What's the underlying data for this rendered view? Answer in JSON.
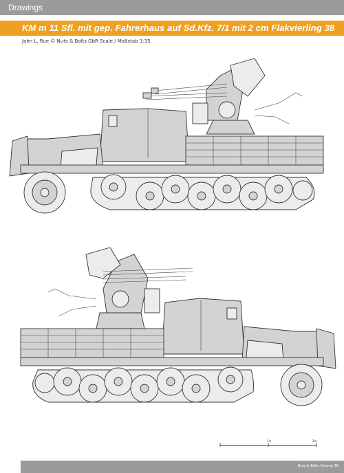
{
  "header": {
    "section_label": "Drawings",
    "title": "KM m 11 Sfl. mit gep. Fahrerhaus auf  Sd.Kfz. 7/1 mit 2 cm Flakvierling 38",
    "credit": "John L. Rue © Nuts & Bolts GbR Scale / Maßstab 1:35"
  },
  "scale": {
    "tick_1": "1m",
    "tick_2": "2m"
  },
  "footer": {
    "text": "Nuts & Bolts Volume 38"
  },
  "colors": {
    "section_bar": "#9a9b9d",
    "title_bar": "#f0a020",
    "drawing_fill": "#d3d3d3"
  }
}
